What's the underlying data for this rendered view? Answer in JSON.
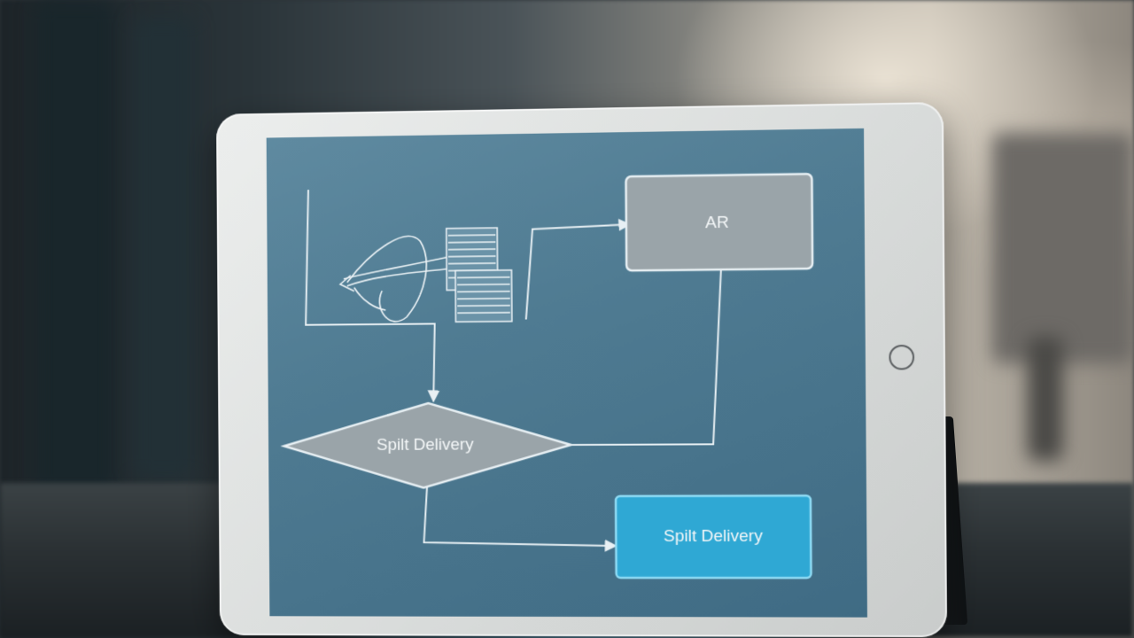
{
  "diagram": {
    "top_box_label": "AR",
    "decision_label": "Spilt Delivery",
    "bottom_box_label": "Spilt Delivery"
  },
  "icons": [
    "sketch-scribble-icon",
    "document-stack-icon"
  ],
  "colors": {
    "screen": "#4f7b92",
    "box_gray": "#9aa4a9",
    "box_highlight": "#2fa8d4",
    "line": "#e8f0f4"
  }
}
